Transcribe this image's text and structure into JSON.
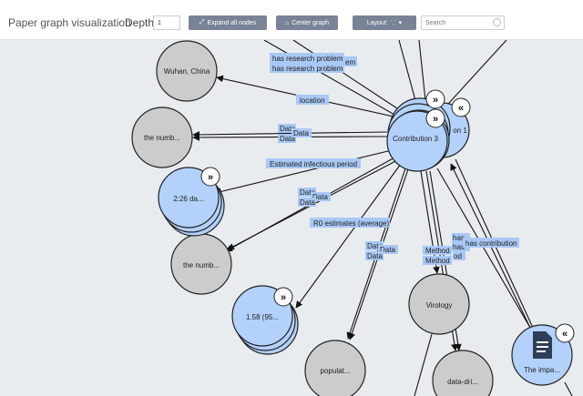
{
  "toolbar": {
    "title": "Paper graph visualization",
    "depth_label": "Depth",
    "depth_value": "1",
    "expand_label": "Expand all nodes",
    "center_label": "Center graph",
    "layout_label": "Layout:",
    "search_placeholder": "Search"
  },
  "colors": {
    "node_blue": "#b3d1fb",
    "node_gray": "#cccccc",
    "label_bg": "#a9c8f5",
    "doc_icon": "#2f3e58",
    "button": "#7a8296"
  },
  "nodes": {
    "wuhan": "Wuhan, China",
    "number1": "the numb...",
    "data226": "2:26 da...",
    "number2": "the numb...",
    "val158": "1.58 (95...",
    "popul": "populat...",
    "virology": "Virology",
    "datadri": "data-dri...",
    "impa": "The impa...",
    "contribution3": "Contribution 3",
    "contrib1_partial": "on 1"
  },
  "edges": {
    "has_research_problem": "has research problem",
    "has_research_problem_2": "has research problem",
    "problem_partial": "em",
    "location": "location",
    "data_a": "Data",
    "data_b": "Data",
    "data_c": "Data",
    "estimated_infectious": "Estimated infectious period",
    "data_d": "Data",
    "data_e": "Data",
    "data_f": "Data",
    "r0": "R0 estimates (average)",
    "data_g": "Data",
    "data_h": "Data",
    "data_i": "Data",
    "method_a": "Method",
    "method_b": "Method",
    "has_a": "has",
    "has_b": "has",
    "od": "od",
    "has_contribution": "has contribution"
  }
}
